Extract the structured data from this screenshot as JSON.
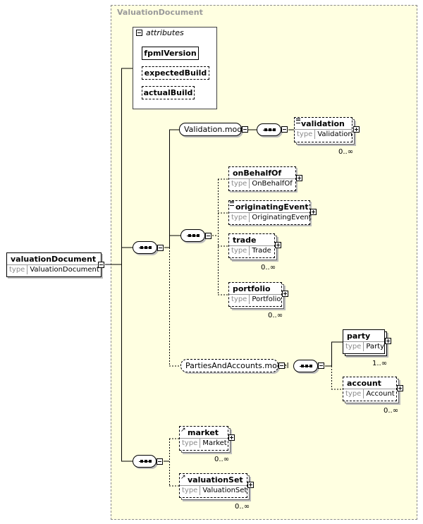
{
  "region": {
    "label": "ValuationDocument"
  },
  "root": {
    "name": "valuationDocument",
    "type_key": "type",
    "type_value": "ValuationDocument"
  },
  "attributes": {
    "title": "attributes",
    "items": [
      "fpmlVersion",
      "expectedBuild",
      "actualBuild"
    ]
  },
  "groups": {
    "validation_model": "Validation.model",
    "parties_and_accounts_model": "PartiesAndAccounts.model"
  },
  "elements": {
    "validation": {
      "name": "validation",
      "type_key": "type",
      "type_value": "Validation",
      "occurs": "0..∞"
    },
    "on_behalf_of": {
      "name": "onBehalfOf",
      "type_key": "type",
      "type_value": "OnBehalfOf"
    },
    "originating_event": {
      "name": "originatingEvent",
      "type_key": "type",
      "type_value": "OriginatingEvent"
    },
    "trade": {
      "name": "trade",
      "type_key": "type",
      "type_value": "Trade",
      "occurs": "0..∞"
    },
    "portfolio": {
      "name": "portfolio",
      "type_key": "type",
      "type_value": "Portfolio",
      "occurs": "0..∞"
    },
    "party": {
      "name": "party",
      "type_key": "type",
      "type_value": "Party",
      "occurs": "1..∞"
    },
    "account": {
      "name": "account",
      "type_key": "type",
      "type_value": "Account",
      "occurs": "0..∞"
    },
    "market": {
      "name": "market",
      "type_key": "type",
      "type_value": "Market",
      "occurs": "0..∞"
    },
    "valuation_set": {
      "name": "valuationSet",
      "type_key": "type",
      "type_value": "ValuationSet",
      "occurs": "0..∞"
    }
  },
  "icons": {
    "expand": "plus-box-icon",
    "collapse": "minus-box-icon",
    "sequence": "sequence-icon",
    "documentation": "documentation-icon",
    "reference": "reference-arrow-icon"
  },
  "colors": {
    "region_background": "#ffffe1",
    "region_label": "#9a9a9a",
    "type_label": "#8a8a8a"
  }
}
